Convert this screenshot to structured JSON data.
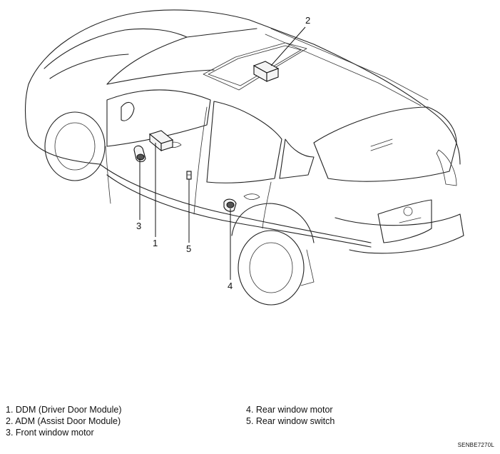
{
  "callouts": [
    "1",
    "2",
    "3",
    "4",
    "5"
  ],
  "legend": {
    "left": [
      "1. DDM (Driver Door Module)",
      "2. ADM (Assist Door Module)",
      "3. Front window motor"
    ],
    "right": [
      "4. Rear window motor",
      "5. Rear window switch"
    ]
  },
  "figure_code": "SENBE7270L"
}
